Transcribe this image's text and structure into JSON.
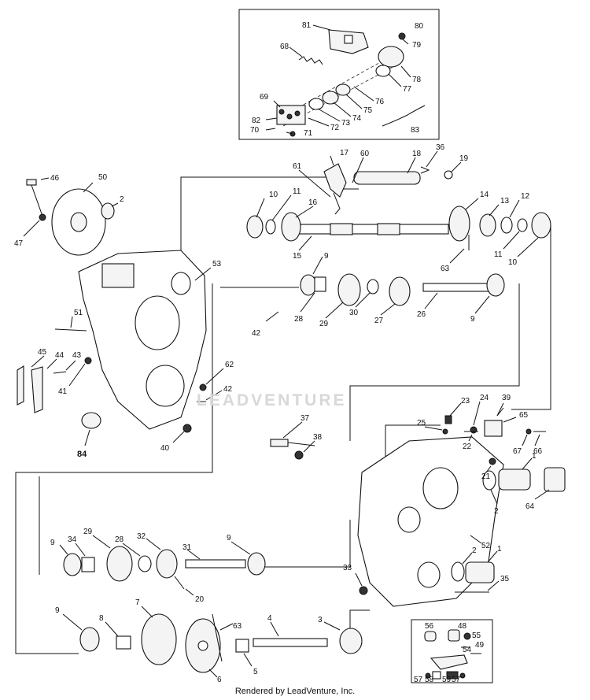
{
  "footer": "Rendered by LeadVenture, Inc.",
  "watermark": "LEADVENTURE",
  "labels": {
    "p80": "80",
    "p81": "81",
    "p68": "68",
    "p79": "79",
    "p78": "78",
    "p77": "77",
    "p76": "76",
    "p75": "75",
    "p74": "74",
    "p73": "73",
    "p72": "72",
    "p71": "71",
    "p70": "70",
    "p82": "82",
    "p69": "69",
    "p83": "83",
    "p17": "17",
    "p60": "60",
    "p18": "18",
    "p36": "36",
    "p19": "19",
    "p61": "61",
    "p46": "46",
    "p50": "50",
    "p2a": "2",
    "p47": "47",
    "p10a": "10",
    "p11a": "11",
    "p16": "16",
    "p15": "15",
    "p14": "14",
    "p13": "13",
    "p12": "12",
    "p11b": "11",
    "p10b": "10",
    "p63a": "63",
    "p53": "53",
    "p9a": "9",
    "p28a": "28",
    "p29a": "29",
    "p30": "30",
    "p27": "27",
    "p26": "26",
    "p9b": "9",
    "p42a": "42",
    "p51": "51",
    "p45": "45",
    "p44": "44",
    "p43": "43",
    "p41": "41",
    "p62": "62",
    "p42b": "42",
    "p40": "40",
    "p84": "84",
    "p23": "23",
    "p24": "24",
    "p39": "39",
    "p65": "65",
    "p25": "25",
    "p22": "22",
    "p67": "67",
    "p66": "66",
    "p37": "37",
    "p38": "38",
    "p21": "21",
    "p1a": "1",
    "p2b": "2",
    "p64": "64",
    "p52": "52",
    "p2c": "2",
    "p1b": "1",
    "p33": "33",
    "p35": "35",
    "p9c": "9",
    "p34": "34",
    "p29b": "29",
    "p28b": "28",
    "p32": "32",
    "p31": "31",
    "p9d": "9",
    "p20": "20",
    "p9e": "9",
    "p7": "7",
    "p8": "8",
    "p63b": "63",
    "p4": "4",
    "p3": "3",
    "p5": "5",
    "p6": "6",
    "p56": "56",
    "p48": "48",
    "p55": "55",
    "p54": "54",
    "p49": "49",
    "p57": "57",
    "p58": "58",
    "p59": "59",
    "p57b": "57"
  }
}
